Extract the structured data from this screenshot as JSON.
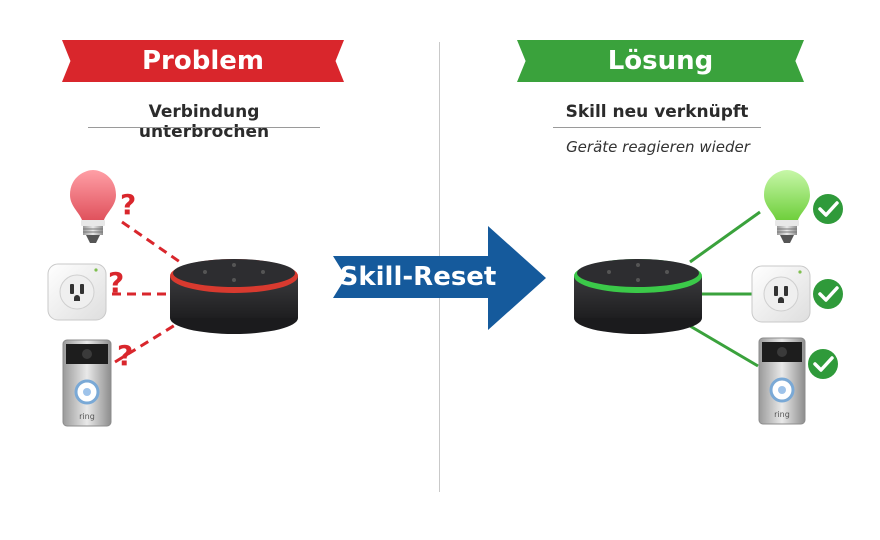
{
  "problem": {
    "title": "Problem",
    "subtitle": "Verbindung unterbrochen",
    "question_mark": "?",
    "ring_label": "ring"
  },
  "solution": {
    "title": "Lösung",
    "subtitle": "Skill neu verknüpft",
    "caption": "Geräte reagieren wieder",
    "ring_label": "ring"
  },
  "center": {
    "arrow_label": "Skill-Reset"
  },
  "colors": {
    "problem_red": "#d9262c",
    "solution_green": "#3aa23c",
    "arrow_blue": "#155a9c",
    "speaker_dark": "#2a2a2c"
  },
  "icons": [
    "smart-bulb-icon",
    "smart-plug-icon",
    "video-doorbell-icon",
    "smart-speaker-icon",
    "checkmark-icon",
    "question-mark-icon"
  ]
}
